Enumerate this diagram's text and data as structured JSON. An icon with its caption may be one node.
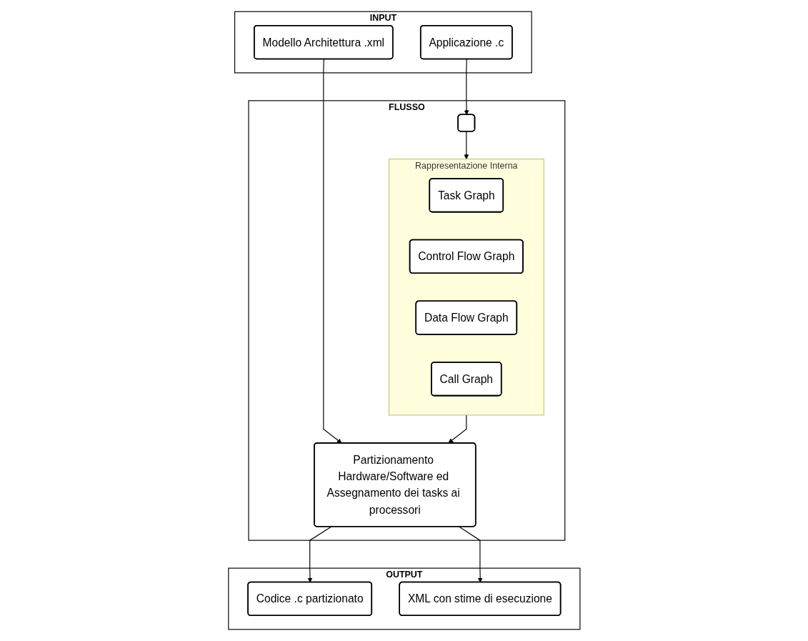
{
  "diagram": {
    "nodes": [
      {
        "text": [
          "INPUT"
        ]
      },
      {
        "text": [
          "Applicazione .c"
        ],
        "in": 0
      },
      {
        "text": [
          "Modello Architettura .xml"
        ],
        "in": 0
      },
      {
        "text": [
          "FLUSSO"
        ]
      },
      {
        "text": [],
        "shape": "box",
        "in": 3
      },
      {
        "text": [
          "Rappresentazione Interna"
        ],
        "in": 3
      },
      {
        "text": [
          "Task Graph"
        ],
        "in": 5
      },
      {
        "text": [
          "Control Flow Graph"
        ],
        "in": 5
      },
      {
        "text": [
          "Data Flow Graph"
        ],
        "in": 5
      },
      {
        "text": [
          "Call Graph"
        ],
        "in": 5
      },
      {
        "text": [
          "Partizionamento Hardware/Software ed Assegnamento dei tasks ai processori"
        ],
        "in": 3
      },
      {
        "text": [
          "OUTPUT"
        ]
      },
      {
        "text": [
          "Codice .c partizionato"
        ],
        "in": 11
      },
      {
        "text": [
          "XML con stime di esecuzione"
        ],
        "in": 11
      }
    ],
    "edges": [
      {
        "from": 1,
        "to": 4,
        "arrow": "to"
      },
      {
        "from": 4,
        "to": 5,
        "arrow": "to"
      },
      {
        "from": 5,
        "to": 10,
        "arrow": "to"
      },
      {
        "from": 2,
        "to": 10,
        "arrow": "to"
      },
      {
        "from": 10,
        "to": 12,
        "arrow": "to"
      },
      {
        "from": 10,
        "to": 13,
        "arrow": "to"
      }
    ]
  }
}
